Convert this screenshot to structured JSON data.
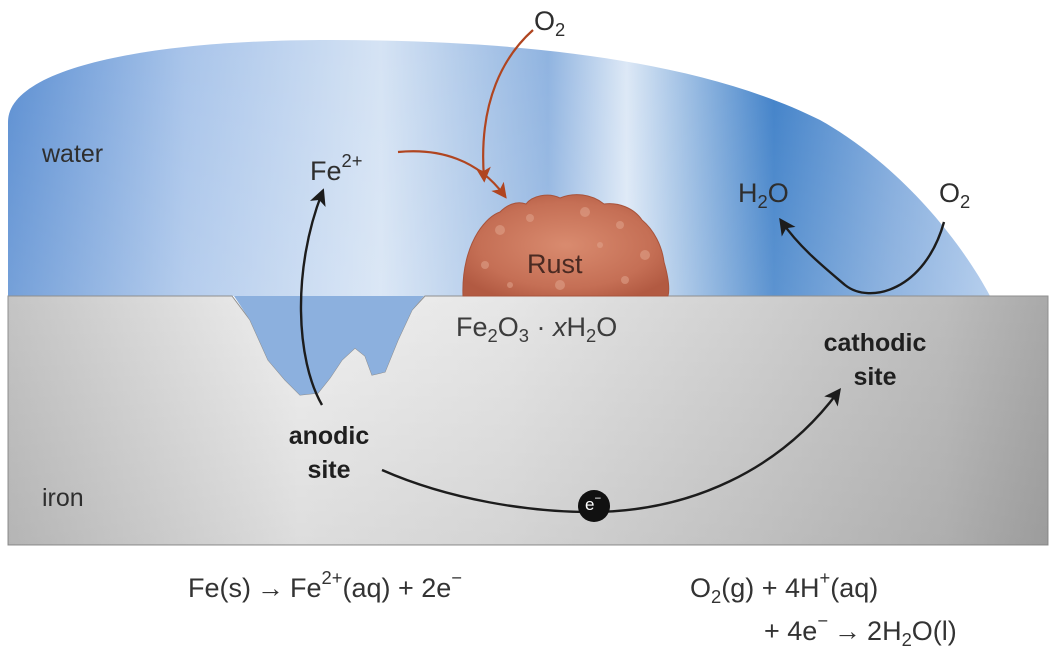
{
  "labels": {
    "water": "water",
    "iron": "iron",
    "anodic_site_line1": "anodic",
    "anodic_site_line2": "site",
    "cathodic_site_line1": "cathodic",
    "cathodic_site_line2": "site",
    "rust": "Rust",
    "electron": "e",
    "electron_charge": "−"
  },
  "species": {
    "fe_top": {
      "base": "Fe",
      "sup": "2+"
    },
    "o2_top": {
      "base": "O",
      "sub": "2"
    },
    "h2o_right": {
      "base1": "H",
      "sub": "2",
      "base2": "O"
    },
    "o2_right": {
      "base": "O",
      "sub": "2"
    },
    "rust_formula": {
      "p1": "Fe",
      "s1": "2",
      "p2": "O",
      "s2": "3",
      "p3": " · ",
      "x": "x",
      "p4": "H",
      "s3": "2",
      "p5": "O"
    }
  },
  "equations": {
    "anode": {
      "a": "Fe(s)",
      "arrow": "→",
      "b": "Fe",
      "b_sup": "2+",
      "c": "(aq) + 2e",
      "c_sup": "−"
    },
    "cathode_line1": {
      "a": "O",
      "a_sub": "2",
      "b": "(g) + 4H",
      "b_sup": "+",
      "c": "(aq)"
    },
    "cathode_line2": {
      "a": "+ 4e",
      "a_sup": "−",
      "arrow": "→",
      "b": "2H",
      "b_sub": "2",
      "c": "O(l)"
    }
  },
  "colors": {
    "water_light": "#c9dbef",
    "water_mid": "#8fb1dd",
    "water_dark": "#3f82c4",
    "iron_light": "#f1f1f1",
    "iron_dark": "#a7a7a7",
    "rust": "#c8735a",
    "arrow_dark": "#1c1c1c",
    "arrow_red": "#b04520"
  }
}
